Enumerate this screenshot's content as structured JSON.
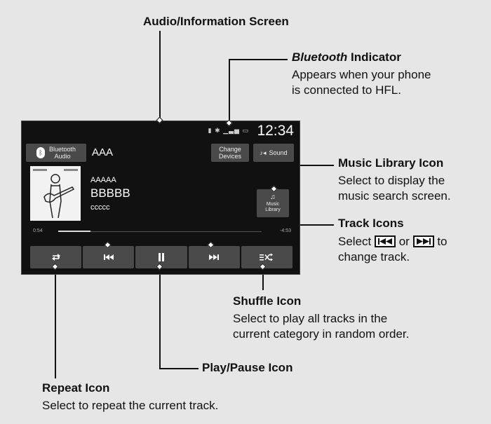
{
  "callouts": {
    "screen": {
      "title": "Audio/Information Screen"
    },
    "bluetooth": {
      "title_italic": "Bluetooth",
      "title_rest": " Indicator",
      "line1": "Appears when your phone",
      "line2": "is connected to HFL."
    },
    "library": {
      "title": "Music Library Icon",
      "line1": "Select to display the",
      "line2": "music search screen."
    },
    "track": {
      "title": "Track Icons",
      "select": "Select",
      "or": "or",
      "to": "to",
      "line2": "change track."
    },
    "shuffle": {
      "title": "Shuffle Icon",
      "line1": "Select to play all tracks in the",
      "line2": "current category in random order."
    },
    "play": {
      "title": "Play/Pause Icon"
    },
    "repeat": {
      "title": "Repeat Icon",
      "line1": "Select to repeat the current track."
    }
  },
  "screen": {
    "clock": "12:34",
    "source_button": {
      "line1": "Bluetooth",
      "line2": "Audio"
    },
    "track_title": "AAA",
    "change_button": {
      "line1": "Change",
      "line2": "Devices"
    },
    "sound_button": "Sound",
    "artist": "AAAAA",
    "song": "BBBBB",
    "album": "ccccc",
    "library_button": {
      "line1": "Music",
      "line2": "Library"
    },
    "time_elapsed": "0:54",
    "time_remaining": "-4:53",
    "progress": 0.16
  },
  "icons": {
    "bluetooth": "bluetooth-icon",
    "repeat": "repeat-icon",
    "prev": "skip-back-icon",
    "pause": "pause-icon",
    "next": "skip-forward-icon",
    "shuffle": "shuffle-icon"
  }
}
